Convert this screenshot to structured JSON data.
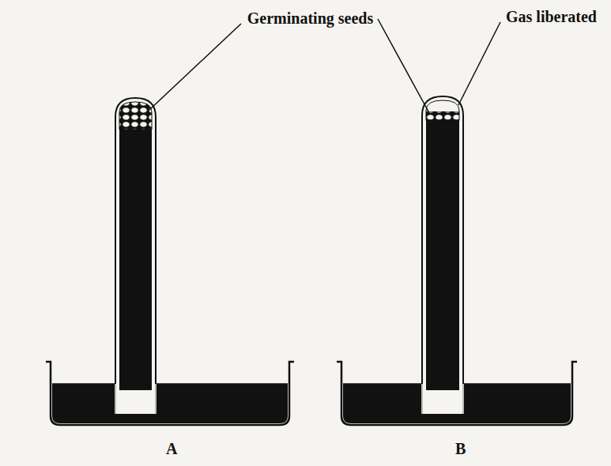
{
  "diagram": {
    "labels": [
      "Germinating seeds",
      "Gas liberated",
      "A",
      "B"
    ]
  }
}
